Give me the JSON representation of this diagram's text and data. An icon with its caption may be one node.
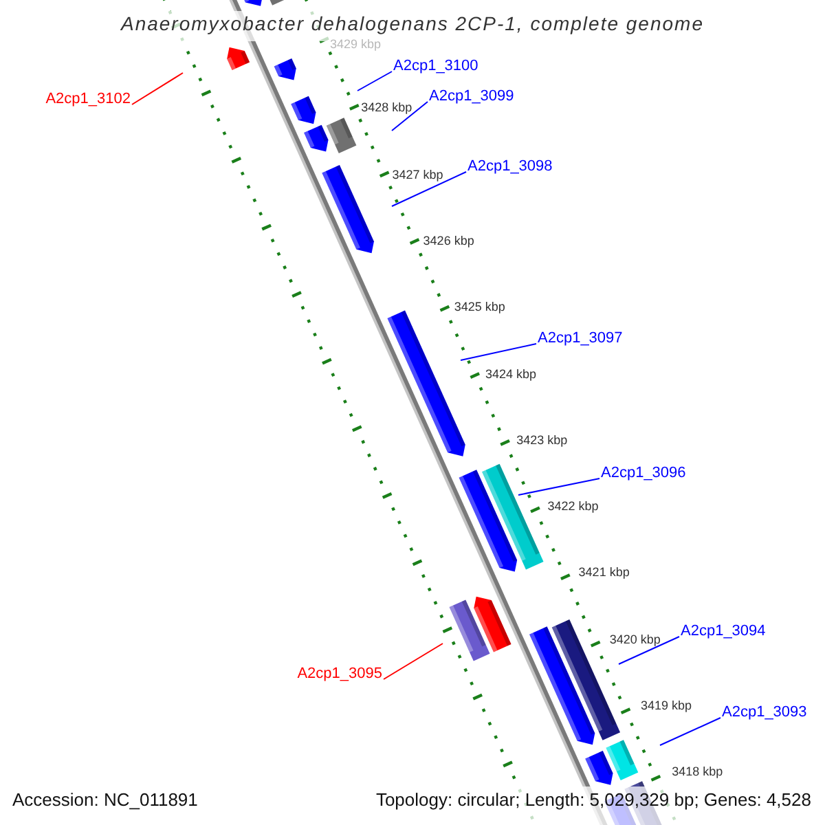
{
  "diagram": {
    "title": "Anaeromyxobacter dehalogenans 2CP-1, complete genome",
    "nodes": [
      {
        "text": [
          "A2cp1_3100"
        ]
      },
      {
        "text": [
          "A2cp1_3099"
        ]
      },
      {
        "text": [
          "A2cp1_3102"
        ]
      },
      {
        "text": [
          "A2cp1_3098"
        ]
      },
      {
        "text": [
          "A2cp1_3097"
        ]
      },
      {
        "text": [
          "A2cp1_3096"
        ]
      },
      {
        "text": [
          "A2cp1_3094"
        ]
      },
      {
        "text": [
          "A2cp1_3095"
        ]
      },
      {
        "text": [
          "A2cp1_3093"
        ]
      }
    ],
    "edges": [
      {
        "from": 0,
        "to": null,
        "arrow": "none"
      },
      {
        "from": 1,
        "to": null,
        "arrow": "none"
      },
      {
        "from": 2,
        "to": null,
        "arrow": "none",
        "color": "#ff0000"
      },
      {
        "from": 3,
        "to": null,
        "arrow": "none"
      },
      {
        "from": 4,
        "to": null,
        "arrow": "none"
      },
      {
        "from": 5,
        "to": null,
        "arrow": "none"
      },
      {
        "from": 6,
        "to": null,
        "arrow": "none"
      },
      {
        "from": 7,
        "to": null,
        "arrow": "none",
        "color": "#ff0000"
      },
      {
        "from": 8,
        "to": null,
        "arrow": "none"
      }
    ],
    "labels": [
      "3429 kbp",
      "3428 kbp",
      "3427 kbp",
      "3426 kbp",
      "3425 kbp",
      "3424 kbp",
      "3423 kbp",
      "3422 kbp",
      "3421 kbp",
      "3420 kbp",
      "3419 kbp",
      "3418 kbp",
      "Accession: NC_011891",
      "Topology: circular; Length: 5,029,329 bp; Genes: 4,528"
    ]
  }
}
